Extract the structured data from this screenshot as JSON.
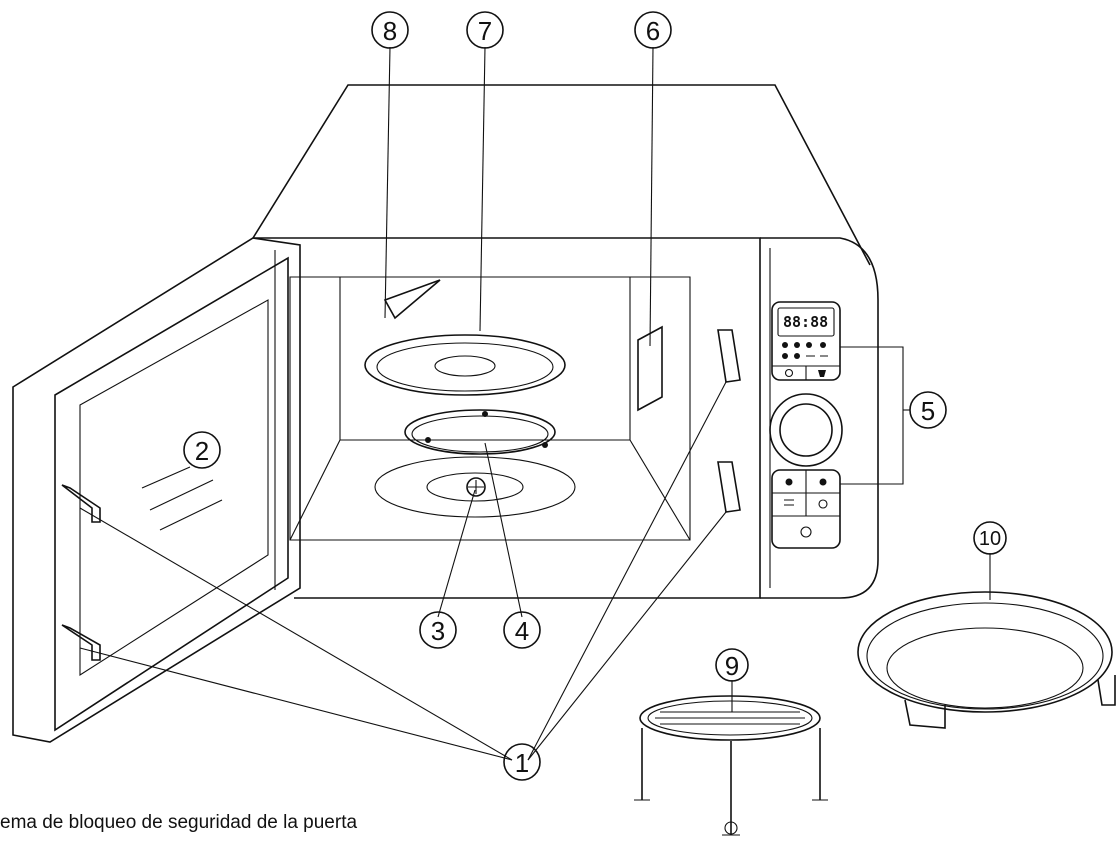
{
  "callouts": [
    {
      "id": "1",
      "label": "1"
    },
    {
      "id": "2",
      "label": "2"
    },
    {
      "id": "3",
      "label": "3"
    },
    {
      "id": "4",
      "label": "4"
    },
    {
      "id": "5",
      "label": "5"
    },
    {
      "id": "6",
      "label": "6"
    },
    {
      "id": "7",
      "label": "7"
    },
    {
      "id": "8",
      "label": "8"
    },
    {
      "id": "9",
      "label": "9"
    },
    {
      "id": "10",
      "label": "10"
    }
  ],
  "display": {
    "time": "88:88"
  },
  "caption": "ema de bloqueo de seguridad de la puerta",
  "icons": [
    "clock-icon",
    "weight-icon",
    "microwave-icon",
    "grill-icon",
    "defrost-icon",
    "start-icon",
    "dial-icon"
  ]
}
